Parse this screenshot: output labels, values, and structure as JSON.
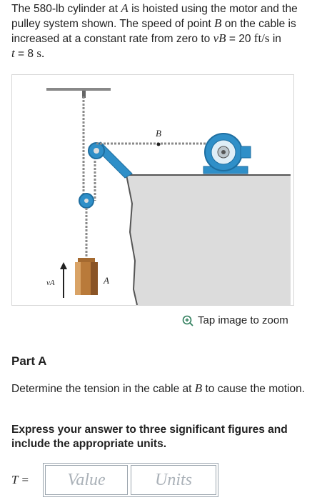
{
  "problem": {
    "text_before_A": "The 580-lb cylinder at",
    "A": "A",
    "text_after_A": "is hoisted using the motor and the pulley system shown. The speed of point",
    "B": "B",
    "text_after_B": "on the cable is increased at a constant rate from zero to",
    "vB": "vB",
    "eq": "=",
    "speed": "20",
    "speed_unit": "ft/s",
    "in": "in",
    "t": "t",
    "eq2": "=",
    "time": "8",
    "time_unit": "s."
  },
  "figure": {
    "label_B": "B",
    "label_A": "A",
    "label_vA": "vA",
    "colors": {
      "cable": "#8a8a8a",
      "blue": "#2f8fc8",
      "cylinder": "#b97a3a",
      "wall": "#d8d8d8"
    }
  },
  "zoom": {
    "icon": "zoom-in-icon",
    "label": "Tap image to zoom"
  },
  "part": {
    "title": "Part A"
  },
  "question": {
    "text_before": "Determine the tension in the cable at",
    "B": "B",
    "text_after": "to cause the motion."
  },
  "instructions": "Express your answer to three significant figures and include the appropriate units.",
  "answer": {
    "variable": "T =",
    "value_placeholder": "Value",
    "units_placeholder": "Units"
  }
}
